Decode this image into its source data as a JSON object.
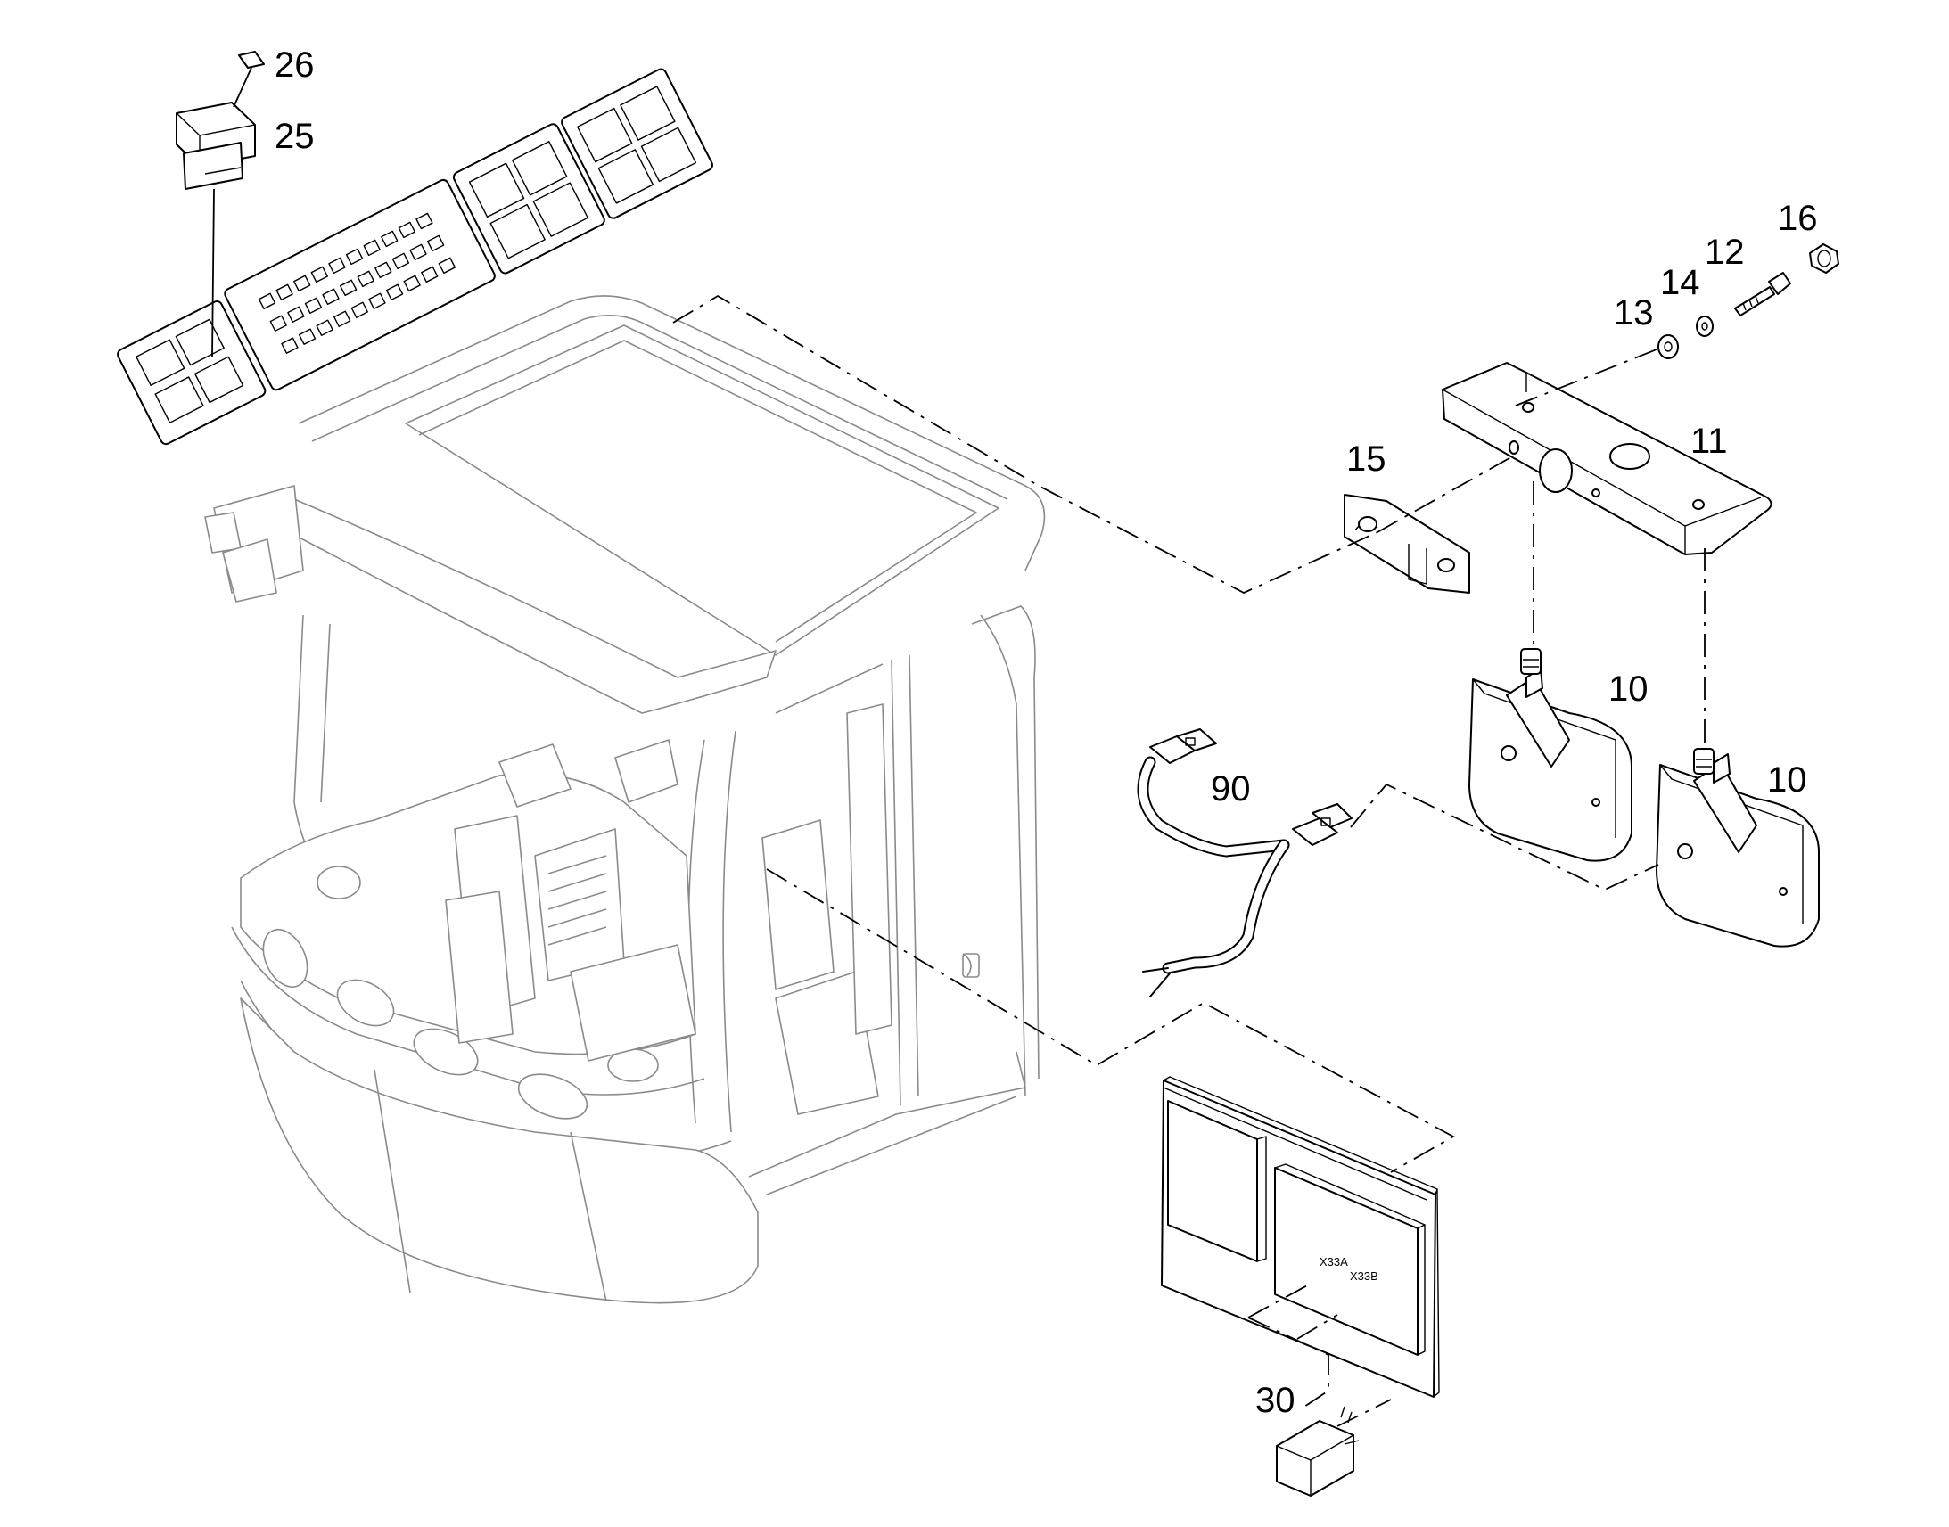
{
  "callouts": {
    "c26": "26",
    "c25": "25",
    "c16": "16",
    "c12": "12",
    "c14": "14",
    "c13": "13",
    "c11": "11",
    "c15": "15",
    "c10a": "10",
    "c10b": "10",
    "c90": "90",
    "c30": "30"
  },
  "connectors": {
    "x33a": "X33A",
    "x33b": "X33B"
  }
}
